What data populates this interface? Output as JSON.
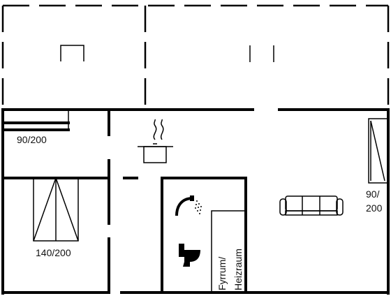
{
  "labels": {
    "bed_left_top": "90/200",
    "bed_double": "140/200",
    "bed_right_line1": "90/",
    "bed_right_line2": "200",
    "boiler_line1": "Fyrrum/",
    "boiler_line2": "Heizraum"
  },
  "icons": [
    "stove-pot-icon",
    "shower-icon",
    "toilet-icon",
    "sofa-icon",
    "bed-icon"
  ],
  "colors": {
    "walls": "#000000",
    "background": "#ffffff"
  }
}
